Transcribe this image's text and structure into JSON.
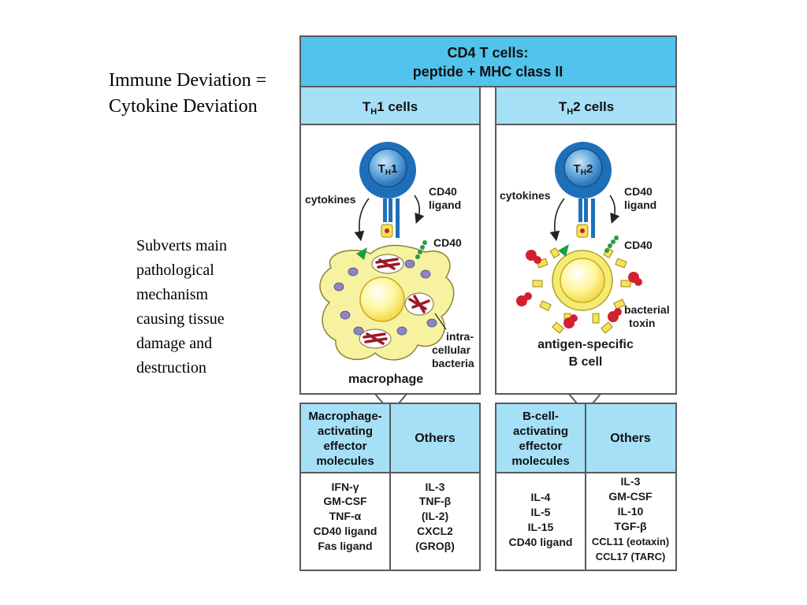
{
  "slide": {
    "title_line1": "Immune Deviation =",
    "title_line2": "Cytokine Deviation",
    "note_lines": [
      "Subverts main",
      "pathological",
      "mechanism",
      "causing tissue",
      "damage and",
      "destruction"
    ]
  },
  "diagram": {
    "top_header": [
      "CD4 T cells:",
      "peptide + MHC class II"
    ],
    "th1": {
      "header_prefix": "T",
      "header_sub": "H",
      "header_suffix": "1 cells",
      "cell_label_prefix": "T",
      "cell_label_sub": "H",
      "cell_label_suffix": "1",
      "cytokines": "cytokines",
      "cd40_ligand": [
        "CD40",
        "ligand"
      ],
      "cd40": "CD40",
      "bacteria": [
        "intra-",
        "cellular",
        "bacteria"
      ],
      "target": "macrophage"
    },
    "th2": {
      "header_prefix": "T",
      "header_sub": "H",
      "header_suffix": "2 cells",
      "cell_label_prefix": "T",
      "cell_label_sub": "H",
      "cell_label_suffix": "2",
      "cytokines": "cytokines",
      "cd40_ligand": [
        "CD40",
        "ligand"
      ],
      "cd40": "CD40",
      "toxin": [
        "bacterial",
        "toxin"
      ],
      "target": [
        "antigen-specific",
        "B cell"
      ]
    },
    "tables": {
      "macrophage_header": [
        "Macrophage-",
        "activating",
        "effector",
        "molecules"
      ],
      "others_header": "Others",
      "bcell_header": [
        "B-cell-",
        "activating",
        "effector",
        "molecules"
      ],
      "others2_header": "Others",
      "macrophage_items": [
        "IFN-γ",
        "GM-CSF",
        "TNF-α",
        "CD40 ligand",
        "Fas ligand"
      ],
      "others_th1_items": [
        "IL-3",
        "TNF-β",
        "(IL-2)",
        "CXCL2",
        "(GROβ)"
      ],
      "bcell_items": [
        "IL-4",
        "IL-5",
        "IL-15",
        "CD40 ligand"
      ],
      "others_th2_items": [
        "IL-3",
        "GM-CSF",
        "IL-10",
        "TGF-β",
        "CCL11 (eotaxin)",
        "CCL17 (TARC)"
      ]
    }
  },
  "colors": {
    "header_blue": "#52c3ec",
    "sub_header_blue": "#a6e0f7",
    "cell_blue": "#1f6fb8",
    "macrophage_yellow": "#f7f2a0",
    "nucleus_yellow": "#fff59a",
    "bacteria_red": "#9b1a24",
    "toxin_red": "#d32030",
    "border": "#5a5a5a"
  }
}
